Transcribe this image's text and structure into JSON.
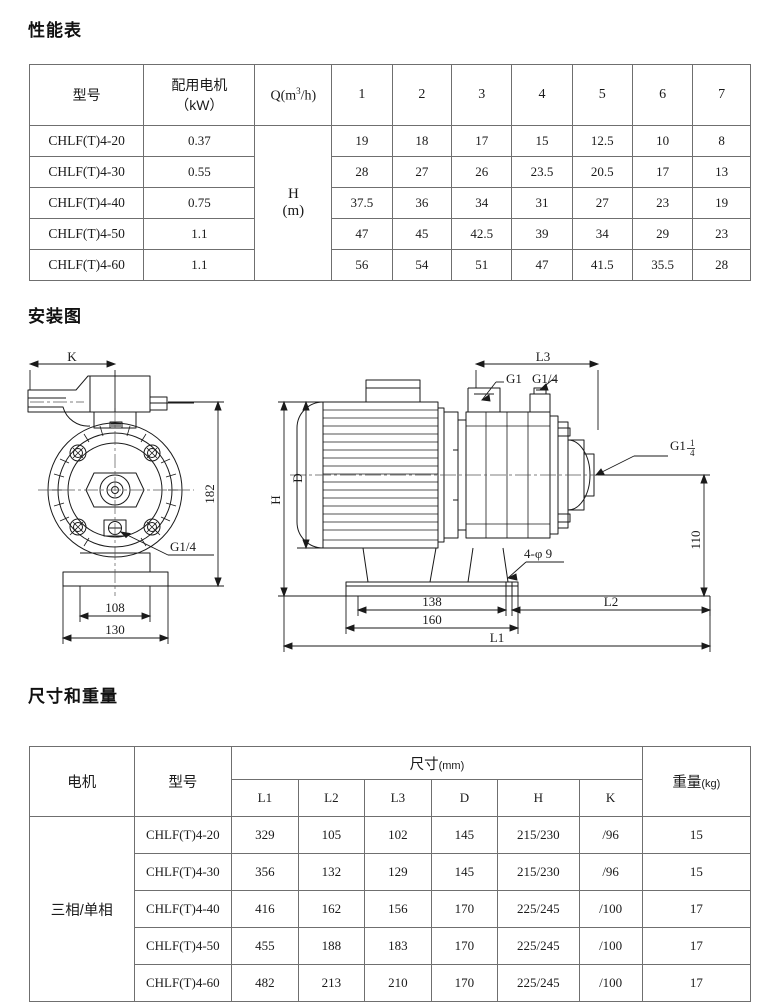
{
  "headings": {
    "performance": "性能表",
    "installation": "安装图",
    "dimensions": "尺寸和重量"
  },
  "performance_table": {
    "headers": {
      "model": "型号",
      "motor_line1": "配用电机",
      "motor_line2": "（kW）",
      "flow": "Q(m",
      "flow_sup": "3",
      "flow_tail": "/h)",
      "head_line1": "H",
      "head_line2": "(m)"
    },
    "flow_columns": [
      "1",
      "2",
      "3",
      "4",
      "5",
      "6",
      "7"
    ],
    "rows": [
      {
        "model": "CHLF(T)4-20",
        "power": "0.37",
        "heads": [
          "19",
          "18",
          "17",
          "15",
          "12.5",
          "10",
          "8"
        ]
      },
      {
        "model": "CHLF(T)4-30",
        "power": "0.55",
        "heads": [
          "28",
          "27",
          "26",
          "23.5",
          "20.5",
          "17",
          "13"
        ]
      },
      {
        "model": "CHLF(T)4-40",
        "power": "0.75",
        "heads": [
          "37.5",
          "36",
          "34",
          "31",
          "27",
          "23",
          "19"
        ]
      },
      {
        "model": "CHLF(T)4-50",
        "power": "1.1",
        "heads": [
          "47",
          "45",
          "42.5",
          "39",
          "34",
          "29",
          "23"
        ]
      },
      {
        "model": "CHLF(T)4-60",
        "power": "1.1",
        "heads": [
          "56",
          "54",
          "51",
          "47",
          "41.5",
          "35.5",
          "28"
        ]
      }
    ]
  },
  "dimensions_table": {
    "headers": {
      "motor": "电机",
      "model": "型号",
      "size_group": "尺寸",
      "size_group_unit": "(mm)",
      "weight": "重量",
      "weight_unit": "(kg)",
      "sub": [
        "L1",
        "L2",
        "L3",
        "D",
        "H",
        "K"
      ]
    },
    "motor_type": "三相/单相",
    "rows": [
      {
        "model": "CHLF(T)4-20",
        "L1": "329",
        "L2": "105",
        "L3": "102",
        "D": "145",
        "H": "215/230",
        "K": "/96",
        "weight": "15"
      },
      {
        "model": "CHLF(T)4-30",
        "L1": "356",
        "L2": "132",
        "L3": "129",
        "D": "145",
        "H": "215/230",
        "K": "/96",
        "weight": "15"
      },
      {
        "model": "CHLF(T)4-40",
        "L1": "416",
        "L2": "162",
        "L3": "156",
        "D": "170",
        "H": "225/245",
        "K": "/100",
        "weight": "17"
      },
      {
        "model": "CHLF(T)4-50",
        "L1": "455",
        "L2": "188",
        "L3": "183",
        "D": "170",
        "H": "225/245",
        "K": "/100",
        "weight": "17"
      },
      {
        "model": "CHLF(T)4-60",
        "L1": "482",
        "L2": "213",
        "L3": "210",
        "D": "170",
        "H": "225/245",
        "K": "/100",
        "weight": "17"
      }
    ]
  },
  "drawing_left": {
    "dim_k": "K",
    "dim_182": "182",
    "dim_108": "108",
    "dim_130": "130",
    "label_g14": "G1/4"
  },
  "drawing_right": {
    "dim_l3": "L3",
    "dim_l2": "L2",
    "dim_l1": "L1",
    "dim_h": "H",
    "dim_d": "D",
    "dim_110": "110",
    "dim_138": "138",
    "dim_160": "160",
    "label_g1": "G1",
    "label_g14": "G1/4",
    "label_g1_14_base": "G1",
    "label_g1_14_num": "1",
    "label_g1_14_den": "4",
    "label_holes": "4-φ 9"
  }
}
